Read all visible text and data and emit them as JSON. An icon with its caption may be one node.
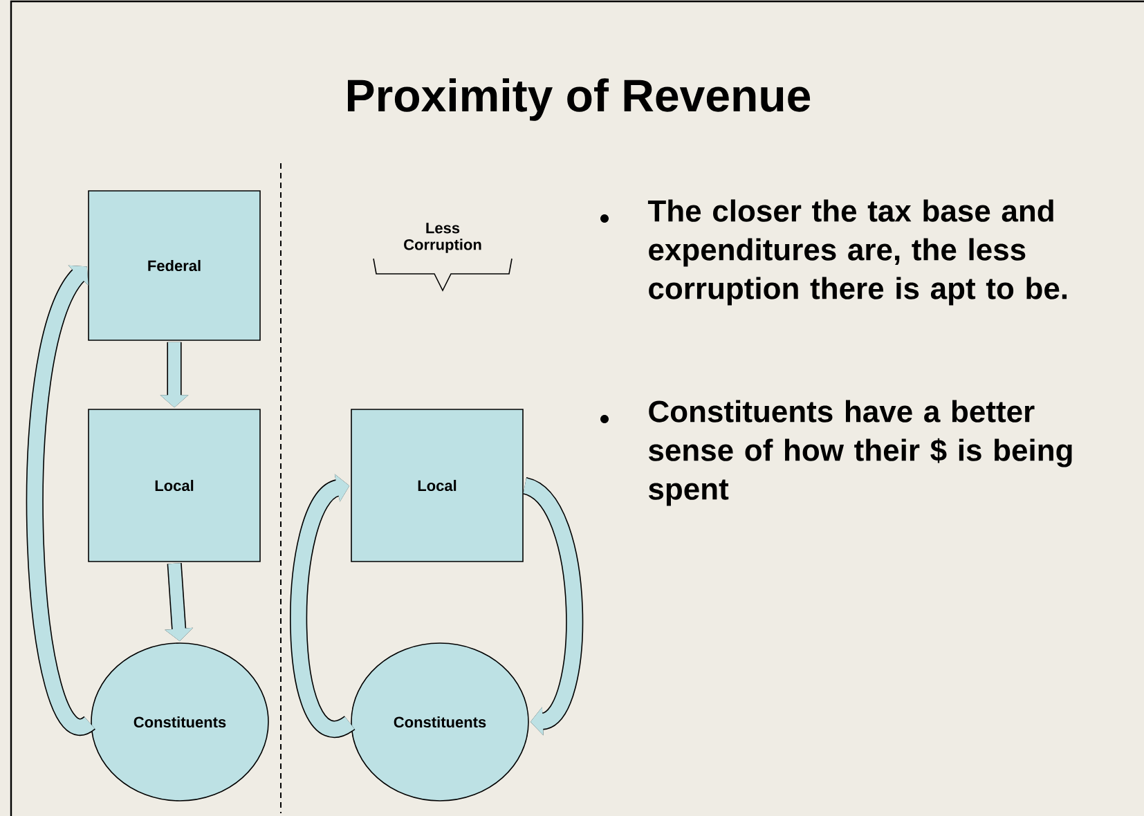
{
  "diagram": {
    "title": "Proximity of Revenue",
    "nodes": [
      {
        "text": [
          "Federal"
        ]
      },
      {
        "text": [
          "Local"
        ]
      },
      {
        "text": [
          "Constituents"
        ]
      },
      {
        "text": [
          "Local"
        ]
      },
      {
        "text": [
          "Constituents"
        ]
      }
    ],
    "edges": [
      {
        "from": 0,
        "to": 1,
        "arrow": "to"
      },
      {
        "from": 1,
        "to": 2,
        "arrow": "to"
      },
      {
        "from": 2,
        "to": 0,
        "arrow": "to"
      },
      {
        "from": 4,
        "to": 3,
        "arrow": "to"
      },
      {
        "from": 3,
        "to": 4,
        "arrow": "to"
      }
    ],
    "labels": [
      "Less Corruption",
      "The closer the tax base and expenditures are, the less corruption there is apt to be.",
      "Constituents have a better sense of how their $ is being spent"
    ]
  }
}
